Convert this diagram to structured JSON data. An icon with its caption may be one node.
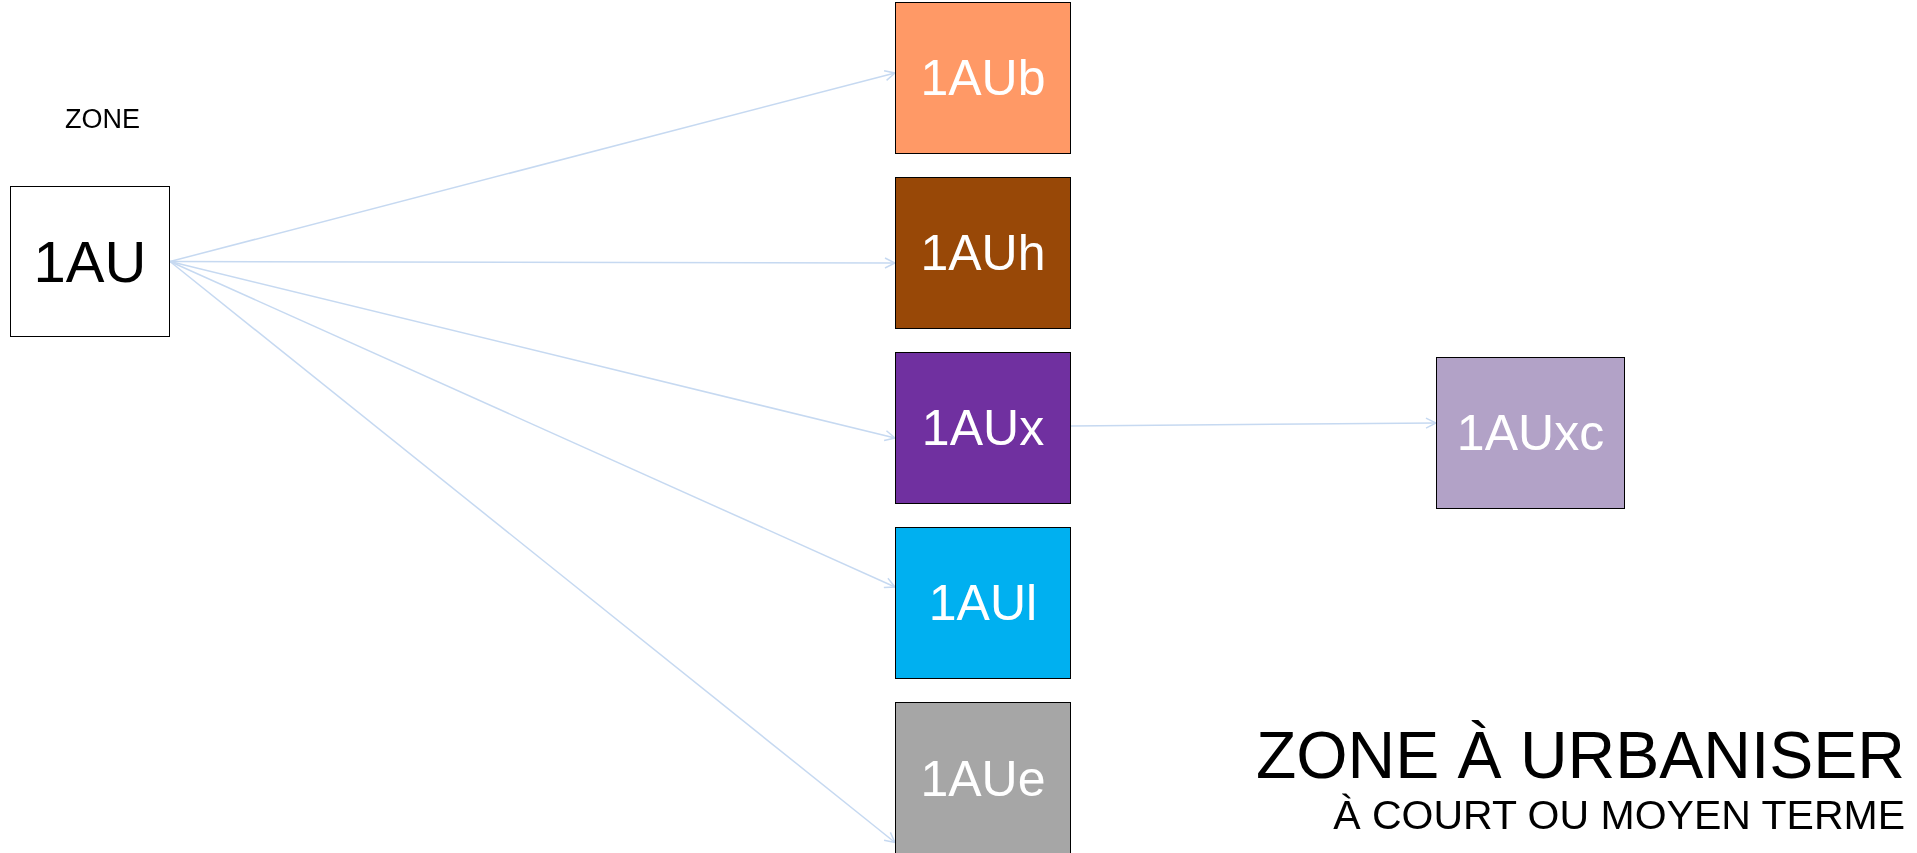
{
  "diagram": {
    "title": "ZONE À URBANISER",
    "caption": "À COURT OU MOYEN TERME",
    "nodes": [
      {
        "text": [
          "1AU"
        ]
      },
      {
        "text": [
          "1AUb"
        ]
      },
      {
        "text": [
          "1AUh"
        ]
      },
      {
        "text": [
          "1AUx"
        ]
      },
      {
        "text": [
          "1AUl"
        ]
      },
      {
        "text": [
          "1AUe"
        ]
      },
      {
        "text": [
          "1AUxc"
        ]
      }
    ],
    "edges": [
      {
        "from": 0,
        "to": 1,
        "arrow": "to"
      },
      {
        "from": 0,
        "to": 2,
        "arrow": "to"
      },
      {
        "from": 0,
        "to": 3,
        "arrow": "to"
      },
      {
        "from": 0,
        "to": 4,
        "arrow": "to"
      },
      {
        "from": 0,
        "to": 5,
        "arrow": "to"
      },
      {
        "from": 3,
        "to": 6,
        "arrow": "to"
      }
    ],
    "labels": [
      "ZONE"
    ]
  }
}
